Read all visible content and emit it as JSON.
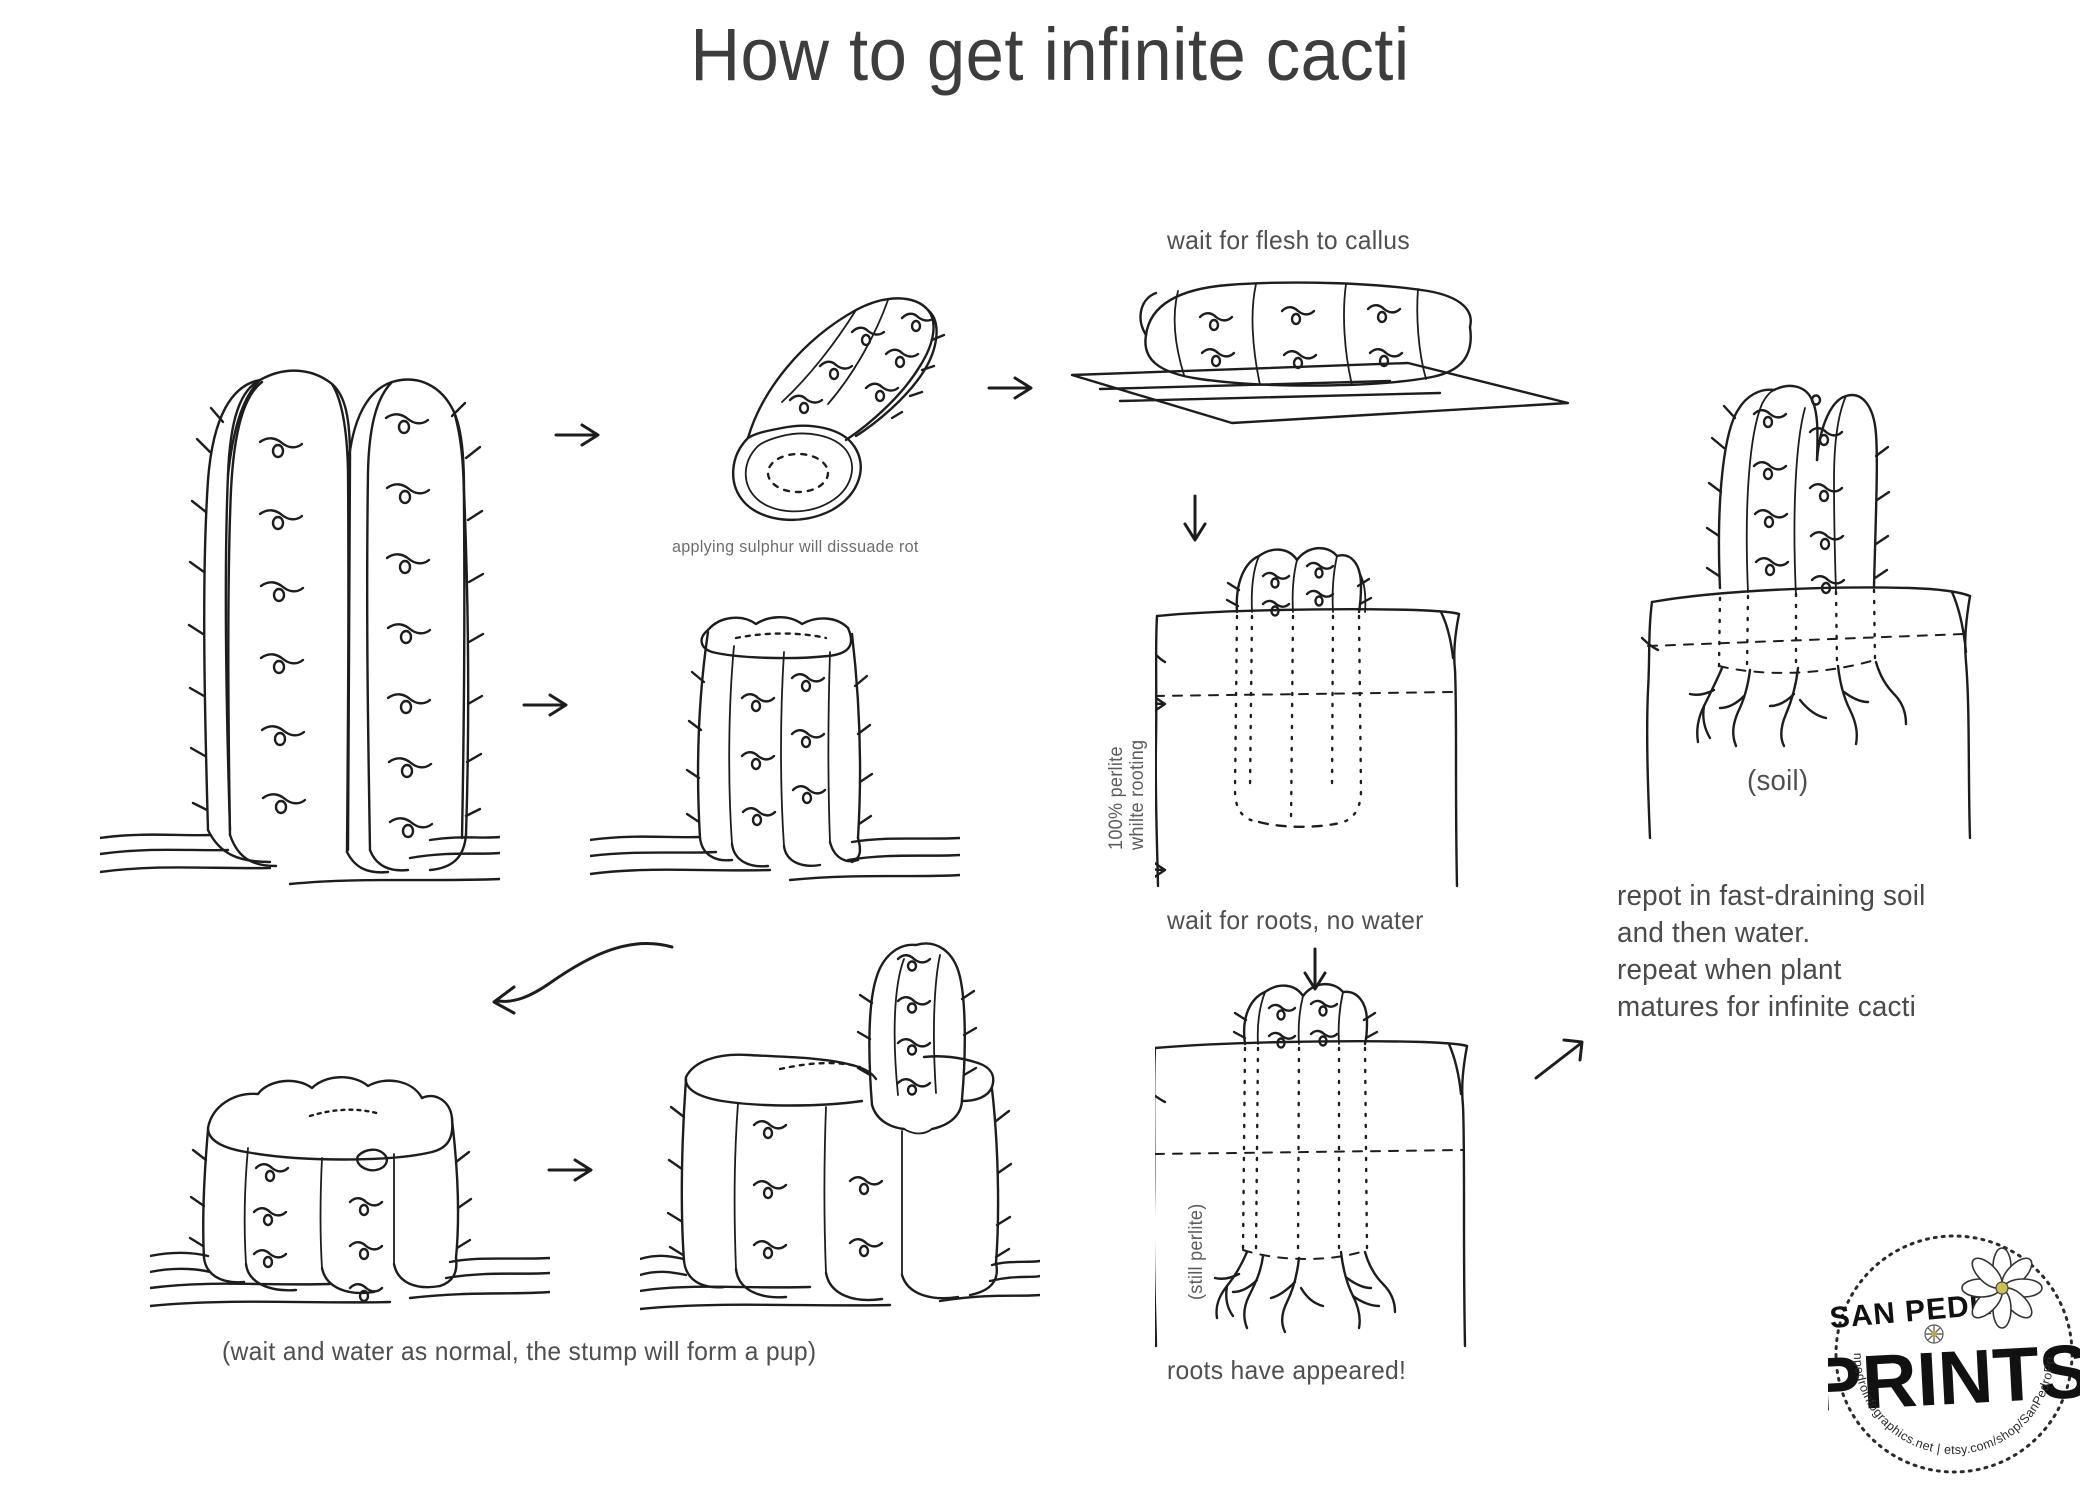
{
  "poster": {
    "title": "How to get infinite cacti",
    "background_color": "#ffffff",
    "ink_color": "#1d1d1d",
    "text_color": "#4a4a4a"
  },
  "steps": {
    "step1_caption": "applying sulphur will dissuade rot",
    "step2_caption": "wait for flesh to callus",
    "perlite_label_line1": "100% perlite",
    "perlite_label_line2": "whilte rooting",
    "step3_caption": "wait for roots, no water",
    "still_perlite_label": "(still perlite)",
    "step4_caption": "roots have appeared!",
    "soil_label": "(soil)",
    "stump_caption": "(wait and water as normal, the stump will form a pup)",
    "final_text_line1": "repot in fast-draining soil",
    "final_text_line2": "and then water.",
    "final_text_line3": "repeat when plant",
    "final_text_line4": "matures for infinite cacti"
  },
  "logo": {
    "word_top": "SAN PEDRO",
    "word_bottom": "PRINTS",
    "ring_text_bottom": "sanpedroinfographics.net | etsy.com/shop/SanPedroPrints",
    "ring_text_path": "sanpedroinfographics.net | etsy.com/shop/SanPedroPrints"
  },
  "illustrations": {
    "mother_plant": "tall columnar cactus growing in ground",
    "cut_segment": "cut cactus segment showing cross-section",
    "callusing_segment": "cactus segment lying on a flat surface to callus",
    "cut_stump": "cactus stump remaining in ground after cut",
    "perlite_pot_rooting": "pot of perlite with cutting inserted, no roots yet",
    "perlite_pot_rooted": "pot of perlite with cutting showing new roots",
    "soil_pot": "cactus repotted in soil with roots",
    "stump_healed": "healed cactus stump in ground",
    "stump_with_pup": "cactus stump with a new pup growing from its side"
  }
}
